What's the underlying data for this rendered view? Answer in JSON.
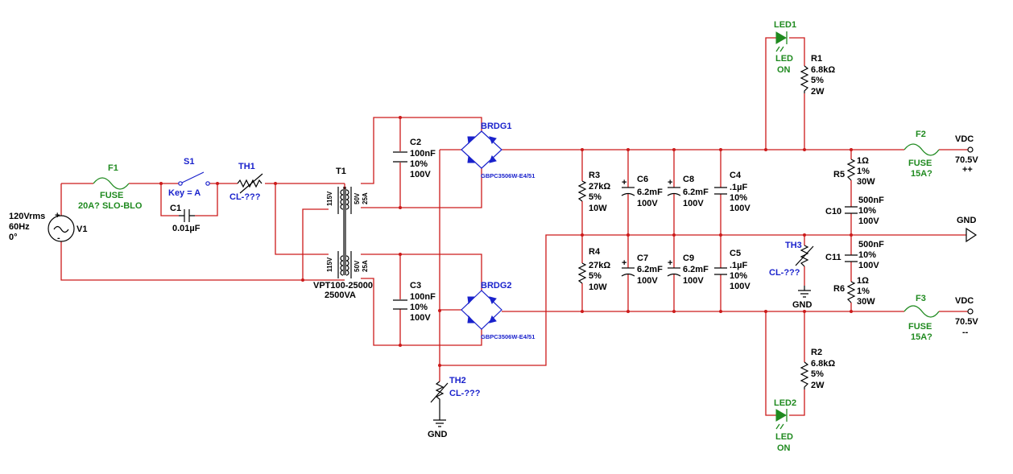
{
  "V1": {
    "ref": "V1",
    "l1": "120Vrms",
    "l2": "60Hz",
    "l3": "0°"
  },
  "F1": {
    "ref": "F1",
    "l1": "FUSE",
    "l2": "20A? SLO-BLO"
  },
  "S1": {
    "ref": "S1",
    "l1": "Key = A"
  },
  "C1": {
    "ref": "C1",
    "l1": "0.01µF"
  },
  "TH1": {
    "ref": "TH1",
    "l1": "CL-???"
  },
  "T1": {
    "ref": "T1",
    "l1": "VPT100-25000",
    "l2": "2500VA",
    "pri": "115V",
    "sec1": "50V",
    "sec2": "25A"
  },
  "C2": {
    "ref": "C2",
    "l1": "100nF",
    "l2": "10%",
    "l3": "100V"
  },
  "C3": {
    "ref": "C3",
    "l1": "100nF",
    "l2": "10%",
    "l3": "100V"
  },
  "BRDG1": {
    "ref": "BRDG1",
    "part": "GBPC3506W-E4/51"
  },
  "BRDG2": {
    "ref": "BRDG2",
    "part": "GBPC3506W-E4/51"
  },
  "TH2": {
    "ref": "TH2",
    "l1": "CL-???",
    "gnd": "GND"
  },
  "R3": {
    "ref": "R3",
    "l1": "27kΩ",
    "l2": "5%",
    "l3": "10W"
  },
  "R4": {
    "ref": "R4",
    "l1": "27kΩ",
    "l2": "5%",
    "l3": "10W"
  },
  "C6": {
    "ref": "C6",
    "l1": "6.2mF",
    "l2": "100V"
  },
  "C7": {
    "ref": "C7",
    "l1": "6.2mF",
    "l2": "100V"
  },
  "C8": {
    "ref": "C8",
    "l1": "6.2mF",
    "l2": "100V"
  },
  "C9": {
    "ref": "C9",
    "l1": "6.2mF",
    "l2": "100V"
  },
  "C4": {
    "ref": "C4",
    "l1": ".1µF",
    "l2": "10%",
    "l3": "100V"
  },
  "C5": {
    "ref": "C5",
    "l1": ".1µF",
    "l2": "10%",
    "l3": "100V"
  },
  "LED1": {
    "ref": "LED1",
    "l1": "LED",
    "l2": "ON"
  },
  "LED2": {
    "ref": "LED2",
    "l1": "LED",
    "l2": "ON"
  },
  "R1": {
    "ref": "R1",
    "l1": "6.8kΩ",
    "l2": "5%",
    "l3": "2W"
  },
  "R2": {
    "ref": "R2",
    "l1": "6.8kΩ",
    "l2": "5%",
    "l3": "2W"
  },
  "TH3": {
    "ref": "TH3",
    "l1": "CL-???",
    "gnd": "GND"
  },
  "R5": {
    "ref": "R5",
    "l1": "1Ω",
    "l2": "1%",
    "l3": "30W"
  },
  "R6": {
    "ref": "R6",
    "l1": "1Ω",
    "l2": "1%",
    "l3": "30W"
  },
  "C10": {
    "ref": "C10",
    "l1": "500nF",
    "l2": "10%",
    "l3": "100V"
  },
  "C11": {
    "ref": "C11",
    "l1": "500nF",
    "l2": "10%",
    "l3": "100V"
  },
  "F2": {
    "ref": "F2",
    "l1": "FUSE",
    "l2": "15A?"
  },
  "F3": {
    "ref": "F3",
    "l1": "FUSE",
    "l2": "15A?"
  },
  "VDC_POS": {
    "l1": "VDC",
    "l2": "70.5V",
    "l3": "++"
  },
  "VDC_NEG": {
    "l1": "VDC",
    "l2": "70.5V",
    "l3": "--"
  },
  "GND_OUT": {
    "l1": "GND"
  },
  "colors": {
    "wire": "#cc1a1a",
    "component": "#000000",
    "semiconductor": "#1a22cc",
    "protection": "#1f8a1f"
  }
}
